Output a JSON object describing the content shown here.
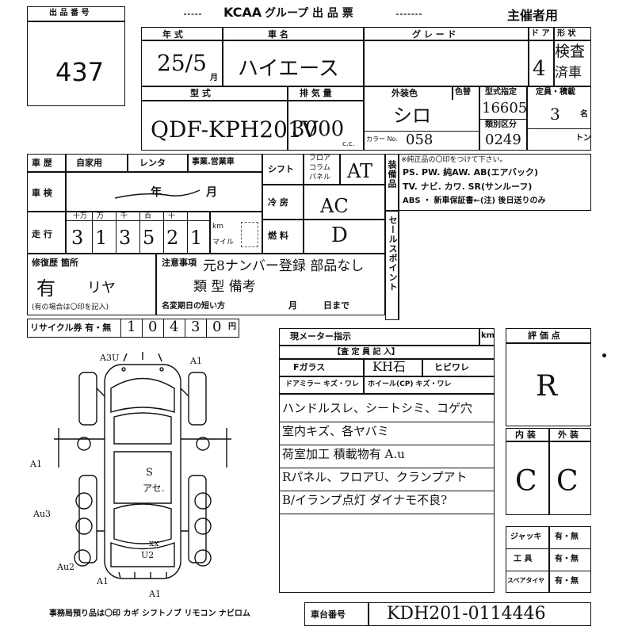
{
  "lot": {
    "label": "出 品 番 号",
    "number": "437"
  },
  "header": {
    "brand": "KCAA",
    "title": "グループ 出 品 票",
    "role": "主催者用"
  },
  "vehicle": {
    "year_label": "年 式",
    "year_value": "25/5",
    "year_unit": "月",
    "name_label": "車 名",
    "name_value": "ハイエース",
    "grade_label": "グ レ ー ド",
    "door_label": "ド ア",
    "door_value": "4",
    "shape_label": "形 状",
    "shape_value1": "検査",
    "shape_value2": "済車",
    "model_label": "型 式",
    "model_value": "QDF-KPH201V",
    "displacement_label": "排 気 量",
    "displacement_value": "3000",
    "displacement_unit": "c.c.",
    "color_label": "外装色",
    "color_value": "シロ",
    "repaint_label": "色替",
    "color_code_label": "カラー No.",
    "color_code_value": "058",
    "type_designation_label": "型式指定",
    "type_designation_value": "16605",
    "class_label": "類別区分",
    "class_value": "0249",
    "capacity_label": "定員・積載",
    "capacity_value": "3",
    "capacity_unit": "名",
    "ton_unit": "トン"
  },
  "history": {
    "label": "車 歴",
    "private": "自家用",
    "rental": "レンタ",
    "business": "事業.営業車",
    "shift_label": "シフト",
    "shift_opts": [
      "フロア",
      "コラム",
      "パネル"
    ],
    "shift_value": "AT"
  },
  "inspection": {
    "label": "車 検",
    "year_unit": "年",
    "month_unit": "月",
    "ac_label": "冷 房",
    "ac_value": "AC"
  },
  "mileage": {
    "label": "走 行",
    "digit_labels": [
      "十万",
      "万",
      "千",
      "百",
      "十",
      ""
    ],
    "digits": [
      "3",
      "1",
      "3",
      "5",
      "2",
      "1"
    ],
    "km": "km",
    "mile": "マイル",
    "fuel_label": "燃 料",
    "fuel_value": "D"
  },
  "equipment": {
    "label": "装備品",
    "note": "※純正品の〇印をつけて下さい。",
    "row1": "PS. PW. 純AW. AB(エアバック)",
    "row2": "TV. ナビ. カワ. SR(サンルーフ)",
    "row3": "ABS ・ 新車保証書←(注) 後日送りのみ"
  },
  "sale_point_label": "セールスポイント",
  "repair": {
    "label": "修復歴 箇所",
    "value": "有",
    "location": "リヤ",
    "note": "(有の場合は〇印を記入)"
  },
  "notes": {
    "label": "注意事項",
    "line1": "元8ナンバー登録 部品なし",
    "line2": "類 型 備考",
    "deadline_label": "名変期日の短い方",
    "month_unit": "月",
    "day_unit": "日まで"
  },
  "recycle": {
    "label": "リサイクル券 有・無",
    "digits": [
      "1",
      "0",
      "4",
      "3",
      "0"
    ],
    "unit": "円"
  },
  "meter": {
    "label": "現メーター指示",
    "unit": "km"
  },
  "inspector": {
    "label": "【査 定 員 記 入】",
    "fglass": "Fガラス",
    "fglass_value": "KH石",
    "crack": "ヒビワレ",
    "mirror": "ドアミラー キズ・ワレ",
    "wheel": "ホイール(CP) キズ・ワレ",
    "lines": [
      "ハンドルスレ、シートシミ、コゲ穴",
      "室内キズ、各ヤバミ",
      "荷室加工 積載物有 A.u",
      "Rパネル、フロアU、クランプアト",
      "B/イランプ点灯 ダイナモ不良?"
    ]
  },
  "rating": {
    "label": "評 価 点",
    "value": "R",
    "interior_label": "内 装",
    "exterior_label": "外 装",
    "interior_value": "C",
    "exterior_value": "C"
  },
  "tools": {
    "jack": "ジャッキ",
    "tools": "工 具",
    "spare": "スペアタイヤ",
    "opt": "有・無"
  },
  "diagram_marks": {
    "a3u": "A3U",
    "a1_top": "A1",
    "a1_left": "A1",
    "au3": "Au3",
    "au2": "Au2",
    "a1_bl": "A1",
    "a1_bottom": "A1",
    "xx": "xx",
    "u2": "U2",
    "center1": "S",
    "center2": "アセ."
  },
  "footer": {
    "keys": "事務局預り品は〇印 カギ シフトノブ リモコン ナビロム",
    "chassis_label": "車台番号",
    "chassis_value": "KDH201-0114446"
  }
}
